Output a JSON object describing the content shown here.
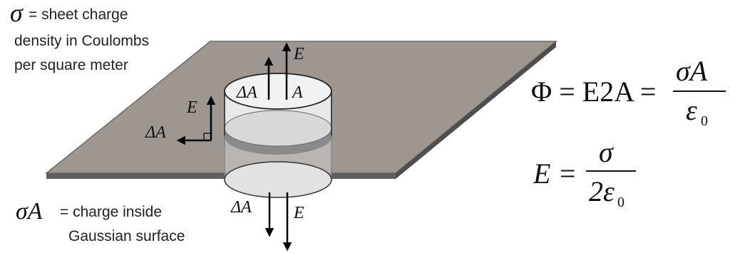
{
  "colors": {
    "sheet_fill": "#9e9690",
    "sheet_edge": "#5a5a5a",
    "cylinder_fill": "#e6e6e6",
    "cylinder_band": "#8a8a8a",
    "arrow": "#000000"
  },
  "annotations": {
    "sigma_symbol": "σ",
    "sigma_desc_line1": "= sheet charge",
    "sigma_desc_line2": "density in Coulombs",
    "sigma_desc_line3": "per square meter",
    "charge_symbol": "σA",
    "charge_desc_line1": "= charge inside",
    "charge_desc_line2": "Gaussian surface"
  },
  "labels": {
    "top_dA": "ΔA",
    "top_A": "A",
    "top_E": "E",
    "side_E": "E",
    "side_dA": "ΔA",
    "bottom_dA": "ΔA",
    "bottom_E": "E"
  },
  "equations": {
    "flux_lhs": "Φ = E2A =",
    "flux_numerator": "σA",
    "flux_denominator": "ε",
    "flux_subscript": "0",
    "field_lhs": "E =",
    "field_numerator": "σ",
    "field_denominator_coef": "2ε",
    "field_subscript": "0"
  }
}
